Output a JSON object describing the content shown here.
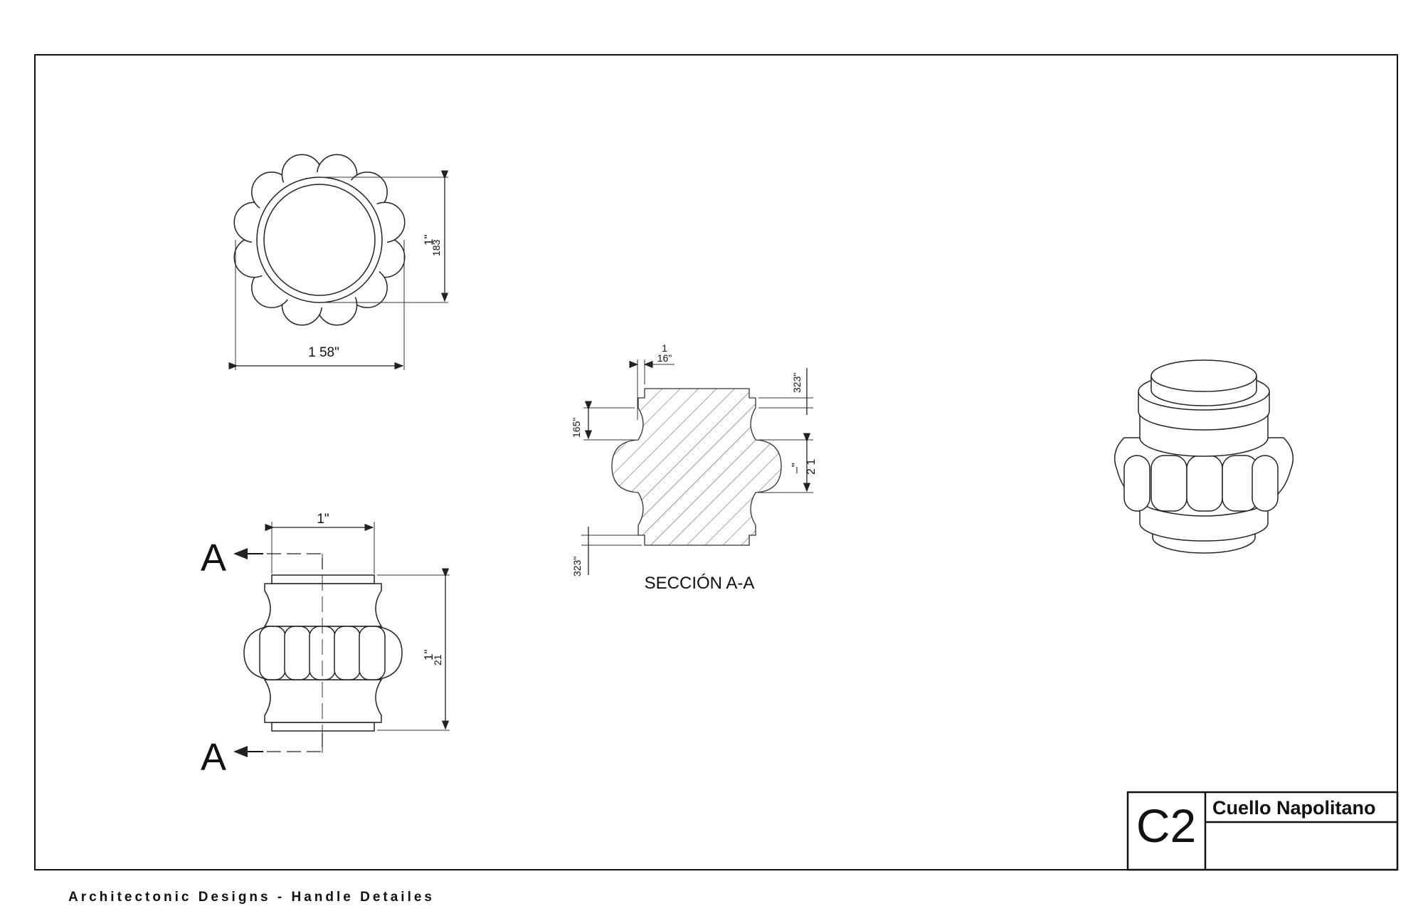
{
  "sheet": {
    "code": "C2",
    "title": "Cuello Napolitano"
  },
  "footer": "Architectonic Designs - Handle Detailes",
  "top_view": {
    "width_dim": "1 58\"",
    "height_dim_a": "1\"",
    "height_dim_b": "183"
  },
  "front_view": {
    "width_dim": "1\"",
    "height_dim_a": "1\"",
    "height_dim_b": "21",
    "section_mark": "A"
  },
  "section": {
    "label": "SECCIÓN A-A",
    "dim_top_num": "1",
    "dim_top_den": "16\"",
    "dim_right_top": "323\"",
    "dim_left_mid": "165\"",
    "dim_right_mid_a": "2 1",
    "dim_right_mid_b": "–\"",
    "dim_left_bottom": "323\""
  }
}
